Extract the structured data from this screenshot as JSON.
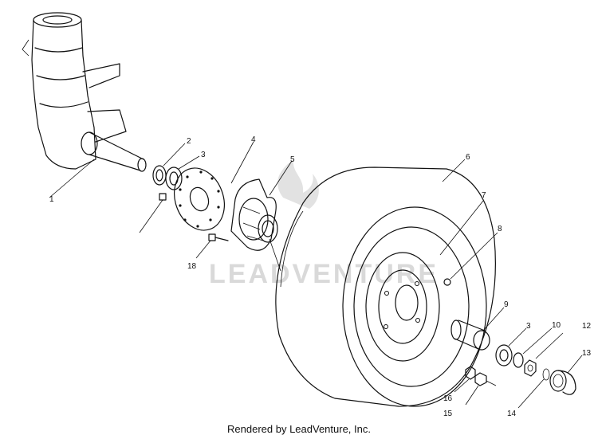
{
  "watermark": "LEADVENTURE",
  "footer": "Rendered by LeadVenture, Inc.",
  "callouts": [
    "1",
    "2",
    "3",
    "4",
    "5",
    "6",
    "7",
    "8",
    "9",
    "3",
    "10",
    "12",
    "13",
    "14",
    "15",
    "16",
    "18"
  ]
}
